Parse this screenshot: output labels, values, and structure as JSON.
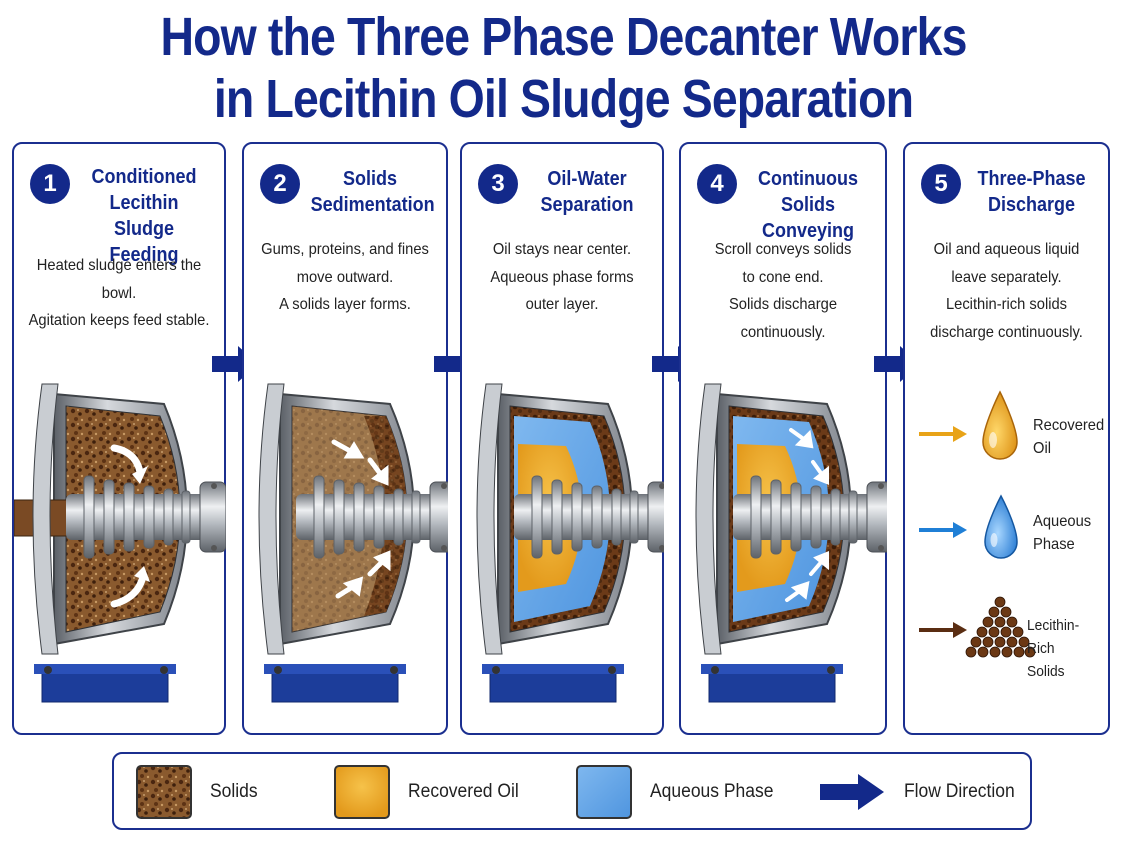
{
  "title": {
    "line1": "How the Three Phase Decanter Works",
    "line2": "in Lecithin Oil Sludge Separation"
  },
  "steps": [
    {
      "number": "1",
      "title": [
        "Conditioned",
        "Lecithin Sludge",
        "Feeding"
      ],
      "desc": [
        "Heated sludge enters the bowl.",
        "Agitation keeps feed stable."
      ]
    },
    {
      "number": "2",
      "title": [
        "Solids",
        "Sedimentation"
      ],
      "desc": [
        "Gums, proteins, and fines",
        "move outward.",
        "A solids layer forms."
      ]
    },
    {
      "number": "3",
      "title": [
        "Oil-Water",
        "Separation"
      ],
      "desc": [
        "Oil stays near center.",
        "Aqueous phase forms",
        "outer layer."
      ]
    },
    {
      "number": "4",
      "title": [
        "Continuous",
        "Solids Conveying"
      ],
      "desc": [
        "Scroll conveys solids",
        "to cone end.",
        "Solids discharge",
        "continuously."
      ]
    },
    {
      "number": "5",
      "title": [
        "Three-Phase",
        "Discharge"
      ],
      "desc": [
        "Oil and aqueous liquid",
        "leave separately.",
        "Lecithin-rich solids",
        "discharge continuously."
      ]
    }
  ],
  "outputs": [
    {
      "label": [
        "Recovered",
        "Oil"
      ],
      "icon": "oil-drop-icon",
      "color": "#e8a317"
    },
    {
      "label": [
        "Aqueous",
        "Phase"
      ],
      "icon": "water-drop-icon",
      "color": "#1f7fd6"
    },
    {
      "label": [
        "Lecithin-Rich",
        "Solids"
      ],
      "icon": "solids-pile-icon",
      "color": "#5a2d12"
    }
  ],
  "legend": [
    {
      "label": "Solids",
      "kind": "solids"
    },
    {
      "label": "Recovered Oil",
      "kind": "oil"
    },
    {
      "label": "Aqueous Phase",
      "kind": "aqueous"
    },
    {
      "label": "Flow Direction",
      "kind": "arrow"
    }
  ],
  "colors": {
    "brand_blue": "#13298a",
    "oil": "#f0ad2b",
    "aqueous": "#5aa2e6",
    "solids": "#7b4a22",
    "steel": "#a8adb4"
  }
}
